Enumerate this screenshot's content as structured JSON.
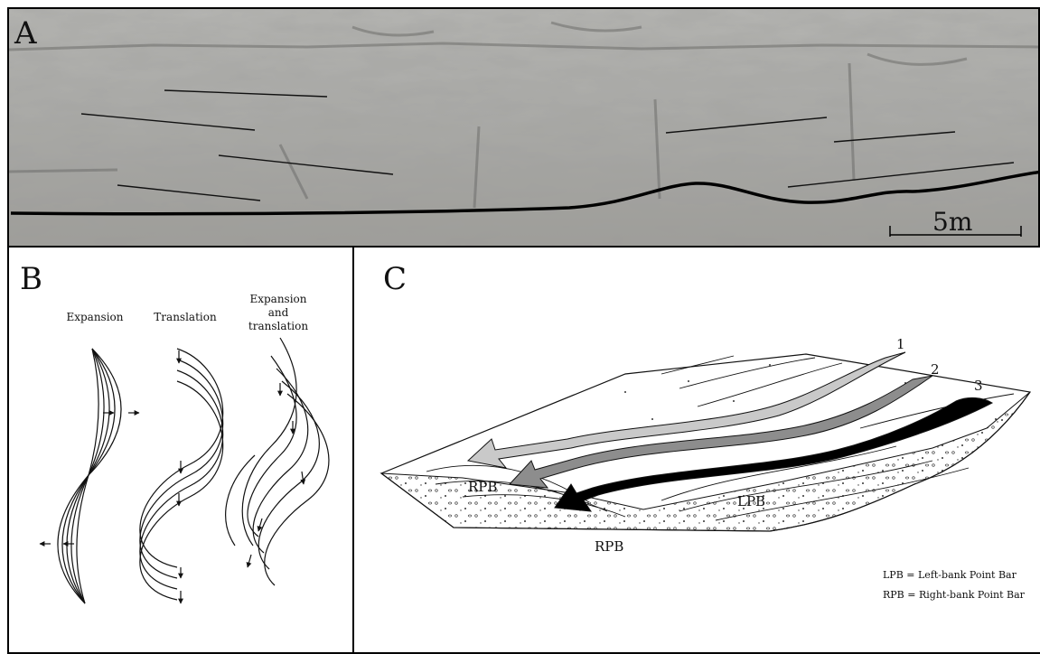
{
  "panel_a": {
    "letter": "A",
    "scale_label": "5m"
  },
  "panel_b": {
    "letter": "B",
    "labels": [
      "Expansion",
      "Translation",
      "Expansion\nand\ntranslation"
    ]
  },
  "panel_c": {
    "letter": "C",
    "arrow_numbers": [
      "1",
      "2",
      "3"
    ],
    "arrow_colors": [
      "#c9c9c9",
      "#8d8d8d",
      "#000000"
    ],
    "bar_labels": {
      "rpb_upper": "RPB",
      "lpb": "LPB",
      "rpb_lower": "RPB"
    },
    "legend": [
      "LPB = Left-bank Point Bar",
      "RPB = Right-bank Point Bar"
    ]
  }
}
